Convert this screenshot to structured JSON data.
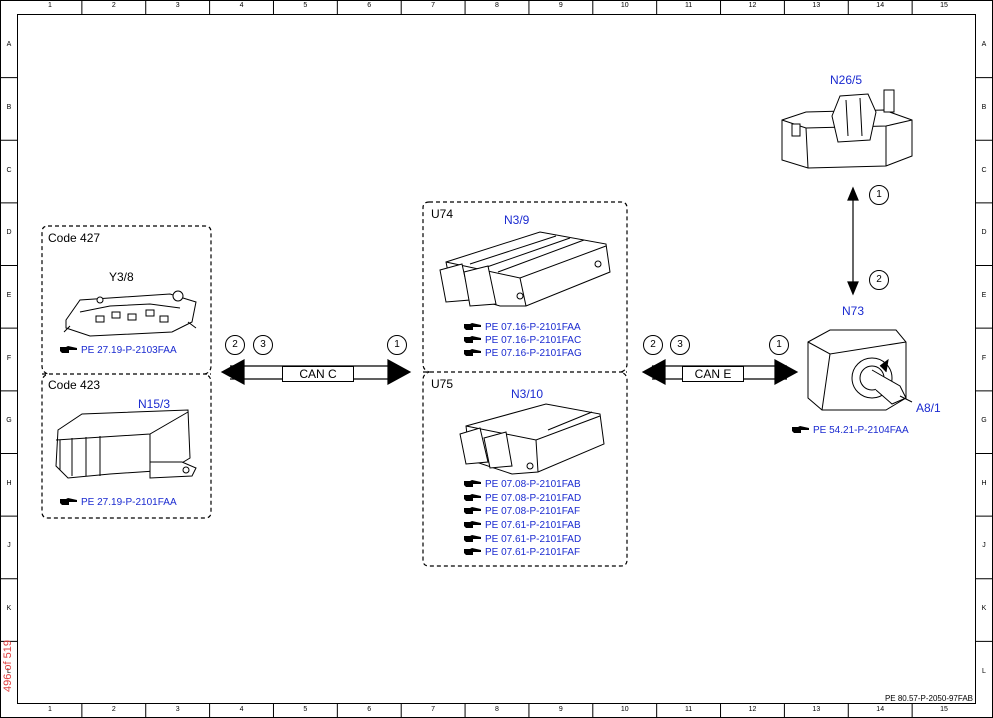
{
  "grid": {
    "columns": [
      "1",
      "2",
      "3",
      "4",
      "5",
      "6",
      "7",
      "8",
      "9",
      "10",
      "11",
      "12",
      "13",
      "14",
      "15"
    ],
    "rows": [
      "A",
      "B",
      "C",
      "D",
      "E",
      "F",
      "G",
      "H",
      "J",
      "K",
      "L"
    ]
  },
  "page_number": "496 of 519",
  "document_id": "PE 80.57-P-2050-97FAB",
  "left_group": {
    "top": {
      "code": "Code 427",
      "component": "Y3/8",
      "refs": [
        "PE 27.19-P-2103FAA"
      ]
    },
    "bottom": {
      "code": "Code 423",
      "component": "N15/3",
      "refs": [
        "PE 27.19-P-2101FAA"
      ]
    }
  },
  "center_group": {
    "top": {
      "unit": "U74",
      "component": "N3/9",
      "refs": [
        "PE 07.16-P-2101FAA",
        "PE 07.16-P-2101FAC",
        "PE 07.16-P-2101FAG"
      ]
    },
    "bottom": {
      "unit": "U75",
      "component": "N3/10",
      "refs": [
        "PE 07.08-P-2101FAB",
        "PE 07.08-P-2101FAD",
        "PE 07.08-P-2101FAF",
        "PE 07.61-P-2101FAB",
        "PE 07.61-P-2101FAD",
        "PE 07.61-P-2101FAF"
      ]
    }
  },
  "right_group": {
    "n26": {
      "component": "N26/5"
    },
    "n73": {
      "component": "N73"
    },
    "a8": {
      "component": "A8/1",
      "refs": [
        "PE 54.21-P-2104FAA"
      ]
    }
  },
  "buses": {
    "can_c": {
      "label": "CAN C",
      "left_markers": [
        "2",
        "3"
      ],
      "right_marker": "1"
    },
    "can_e": {
      "label": "CAN E",
      "left_markers": [
        "2",
        "3"
      ],
      "right_marker": "1"
    },
    "vertical": {
      "top_marker": "1",
      "bottom_marker": "2"
    }
  },
  "colors": {
    "reference_text": "#1a2ad0",
    "page_number": "#e04040",
    "lines": "#000000"
  },
  "icons": {
    "reference": "pointing-hand-icon"
  }
}
